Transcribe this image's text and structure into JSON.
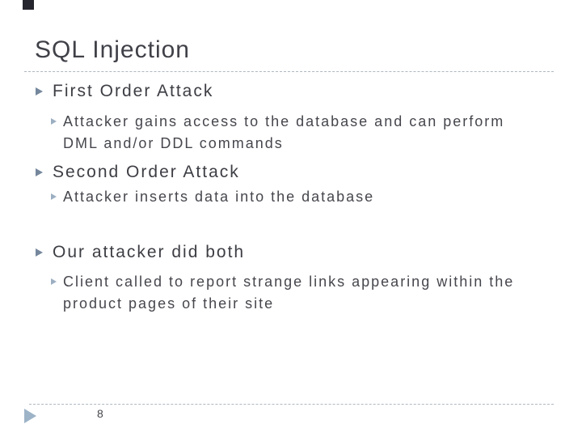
{
  "slide": {
    "title": {
      "text": "SQL Injection",
      "color": "#404148"
    },
    "decorations": {
      "corner_square_color": "#26262e",
      "divider_style": "dashed",
      "divider_color": "#aeb8c2"
    },
    "content": {
      "bullet_icon": "right-pointing-triangle",
      "bullet_level1_color": "#75879c",
      "bullet_level2_color": "#9cafc2",
      "sections": [
        {
          "heading": "First Order Attack",
          "subitems": [
            "Attacker gains access to the database and can perform DML and/or DDL commands"
          ]
        },
        {
          "heading": "Second Order Attack",
          "subitems": [
            "Attacker inserts data into the database"
          ]
        },
        {
          "heading": "Our attacker did both",
          "subitems": [
            "Client called to report strange links appearing within the product pages of their site"
          ]
        }
      ]
    },
    "footer": {
      "page_number": "8",
      "arrow_icon": "right-pointing-triangle",
      "arrow_color": "#9db3c7"
    }
  }
}
